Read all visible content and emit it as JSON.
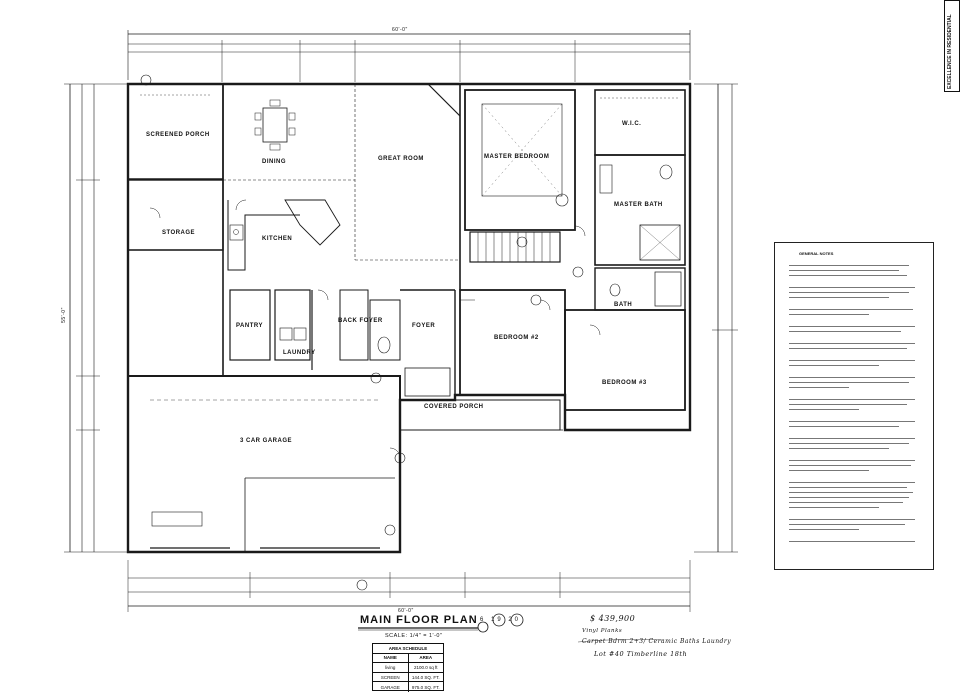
{
  "plan": {
    "title": "MAIN FLOOR PLAN",
    "scale": "SCALE: 1/4\" = 1'-0\"",
    "date_stamp": "6 19 20",
    "rooms": {
      "screened_porch": "SCREENED PORCH",
      "dining": "DINING",
      "great_room": "GREAT ROOM",
      "master_bedroom": "MASTER BEDROOM",
      "wic": "W.I.C.",
      "storage": "STORAGE",
      "kitchen": "KITCHEN",
      "master_bath": "MASTER BATH",
      "bath": "BATH",
      "pantry": "PANTRY",
      "laundry": "LAUNDRY",
      "back_foyer": "BACK FOYER",
      "foyer": "FOYER",
      "bedroom_2": "BEDROOM #2",
      "bedroom_3": "BEDROOM #3",
      "covered_porch": "COVERED PORCH",
      "garage": "3 CAR GARAGE"
    },
    "dimensions": {
      "overall_width": "60'-0\"",
      "overall_depth": "55'-0\""
    }
  },
  "schedule": {
    "title": "AREA SCHEDULE",
    "headers": [
      "NAME",
      "AREA"
    ],
    "rows": [
      [
        "living",
        "2100.0 sq ft"
      ],
      [
        "SCREEN",
        "144.0 SQ. FT."
      ],
      [
        "GARAGE",
        "975.0 SQ. FT."
      ]
    ]
  },
  "notes": {
    "title": "GENERAL NOTES"
  },
  "handwritten": {
    "price": "$ 439,900",
    "line1": "Vinyl Planks",
    "line2": "Carpet Bdrm 2+3/ Ceramic Baths Laundry",
    "line3": "Lot #40 Timberline 18th"
  },
  "stamp": {
    "text": "EXCELLENCE IN RESIDENTIAL"
  }
}
